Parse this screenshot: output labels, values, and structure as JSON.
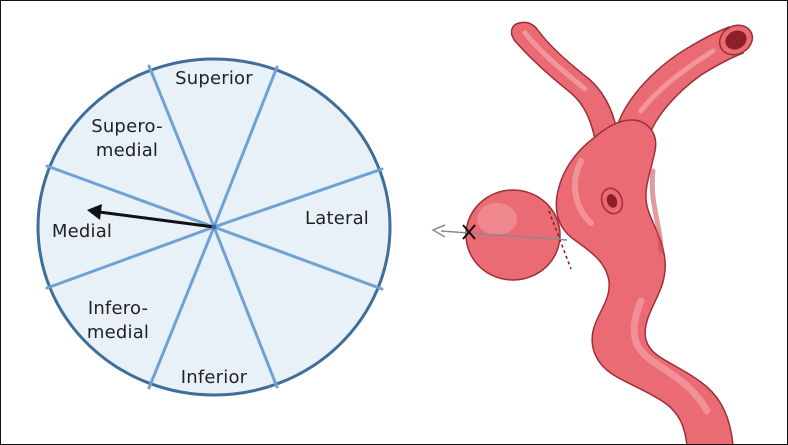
{
  "diagram": {
    "wheel": {
      "sectors": {
        "superior": "Superior",
        "superomedial": "Supero-\nmedial",
        "medial": "Medial",
        "lateral": "Lateral",
        "inferomedial": "Infero-\nmedial",
        "inferior": "Inferior"
      },
      "colors": {
        "fill": "#E8F0F8",
        "outline": "#3F6E9A",
        "spokes": "#6FA2D3",
        "arrow": "#111111"
      }
    },
    "vessel": {
      "colors": {
        "fill": "#EA6B73",
        "highlight": "#F4A0A6",
        "shadow": "#C9474F",
        "outline": "#9E2F37"
      }
    }
  }
}
